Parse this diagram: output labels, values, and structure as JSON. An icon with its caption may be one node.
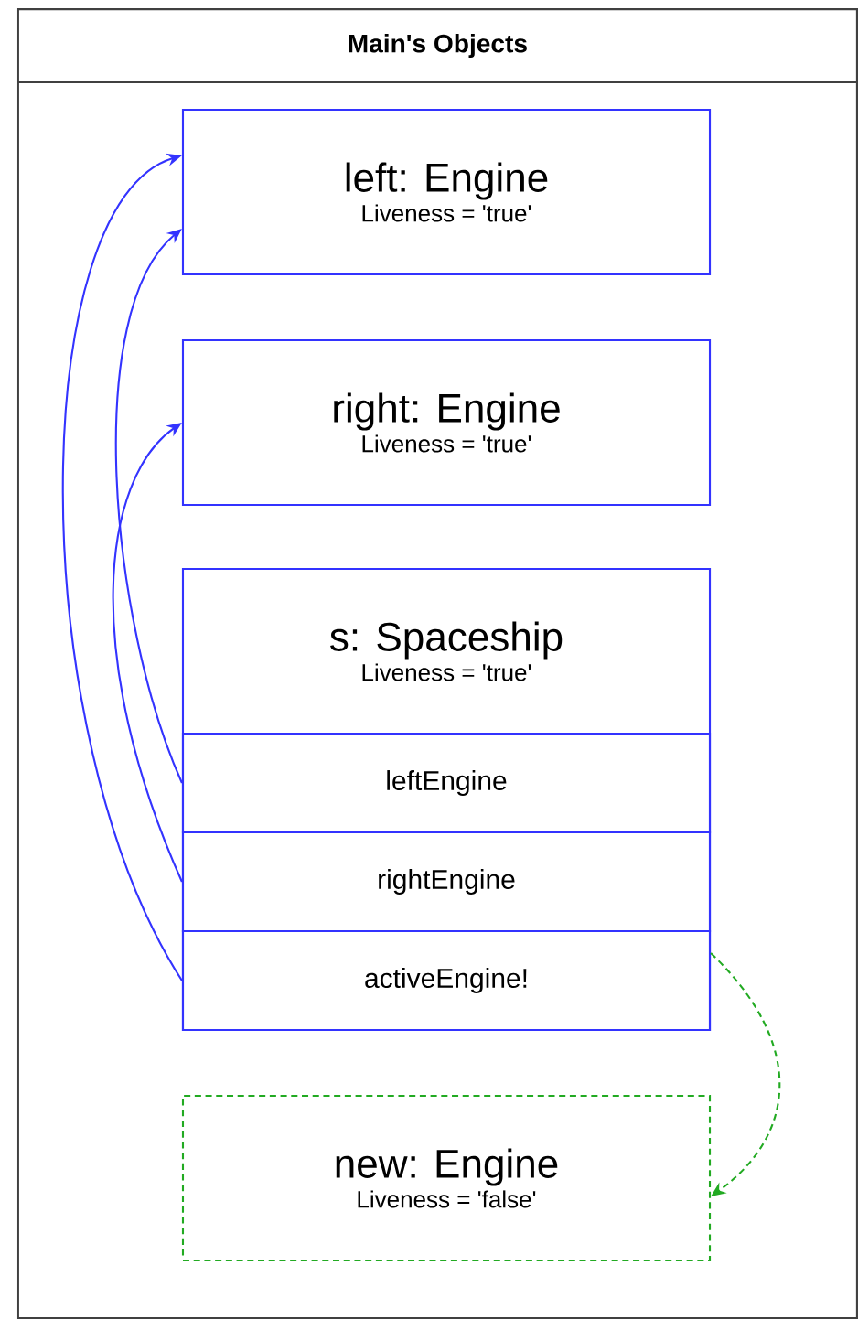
{
  "diagram": {
    "nodes": [
      {
        "text": [
          "Main's Objects"
        ]
      },
      {
        "text": [
          "left: Engine",
          "Liveness = 'true'"
        ],
        "in": 0
      },
      {
        "text": [
          "right: Engine",
          "Liveness = 'true'"
        ],
        "in": 0
      },
      {
        "text": [
          "s: Spaceship",
          "Liveness = 'true'"
        ],
        "in": 0
      },
      {
        "text": [
          "leftEngine"
        ],
        "in": 3
      },
      {
        "text": [
          "rightEngine"
        ],
        "in": 3
      },
      {
        "text": [
          "activeEngine!"
        ],
        "in": 3
      },
      {
        "text": [
          "new: Engine",
          "Liveness = 'false'"
        ],
        "in": 0
      }
    ],
    "edges": [
      {
        "from": 4,
        "to": 1,
        "arrow": "to"
      },
      {
        "from": 5,
        "to": 2,
        "arrow": "to"
      },
      {
        "from": 6,
        "to": 1,
        "arrow": "to"
      },
      {
        "from": 6,
        "to": 7,
        "arrow": "to",
        "style": "dashed",
        "color": "#22aa22"
      }
    ]
  }
}
